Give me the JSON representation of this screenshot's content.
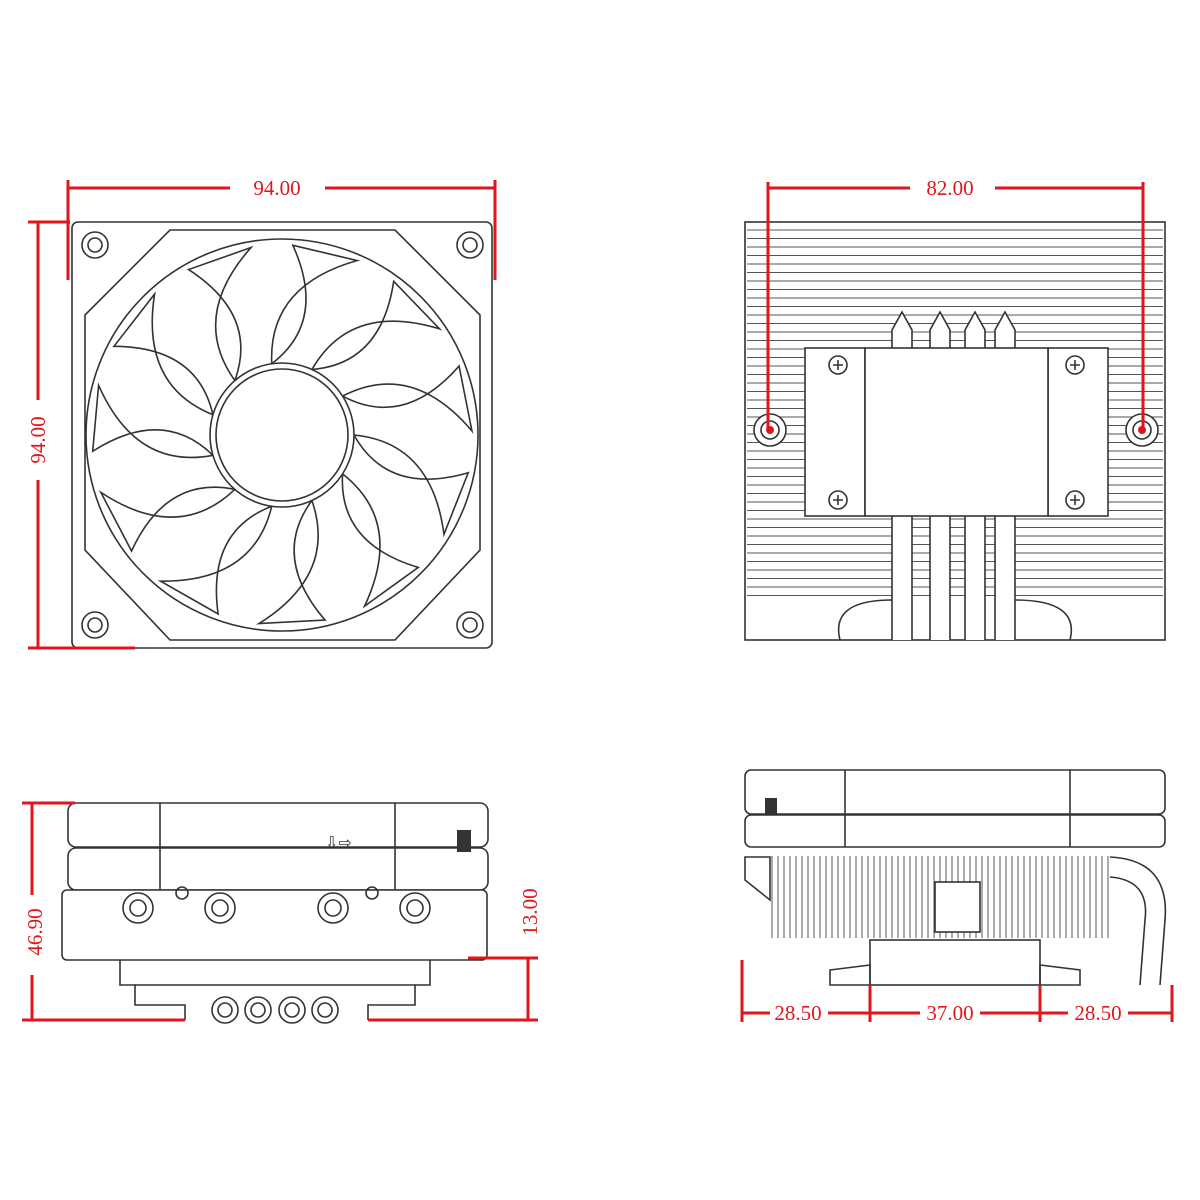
{
  "colors": {
    "dimension": "#e0161d",
    "linework": "#333333",
    "background": "#ffffff"
  },
  "views": {
    "fan_top": {
      "width_label": "94.00",
      "height_label": "94.00"
    },
    "heatsink_top": {
      "hole_spacing_label": "82.00"
    },
    "side_front": {
      "total_height_label": "46.90",
      "clearance_label": "13.00"
    },
    "side_right": {
      "left_label": "28.50",
      "center_label": "37.00",
      "right_label": "28.50"
    }
  }
}
